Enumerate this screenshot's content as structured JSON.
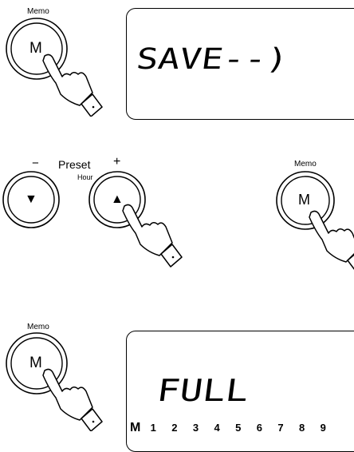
{
  "step1": {
    "memo_label": "Memo",
    "button_letter": "M",
    "display_text": "SAVE--)"
  },
  "step2": {
    "minus_label": "−",
    "preset_label": "Preset",
    "plus_label": "+",
    "hour_label": "Hour",
    "down_glyph": "▼",
    "up_glyph": "▲",
    "memo_label": "Memo",
    "button_letter": "M"
  },
  "step3": {
    "memo_label": "Memo",
    "button_letter": "M",
    "display_text": "FULL",
    "preset_indicators": [
      "M",
      "1",
      "2",
      "3",
      "4",
      "5",
      "6",
      "7",
      "8",
      "9"
    ]
  }
}
